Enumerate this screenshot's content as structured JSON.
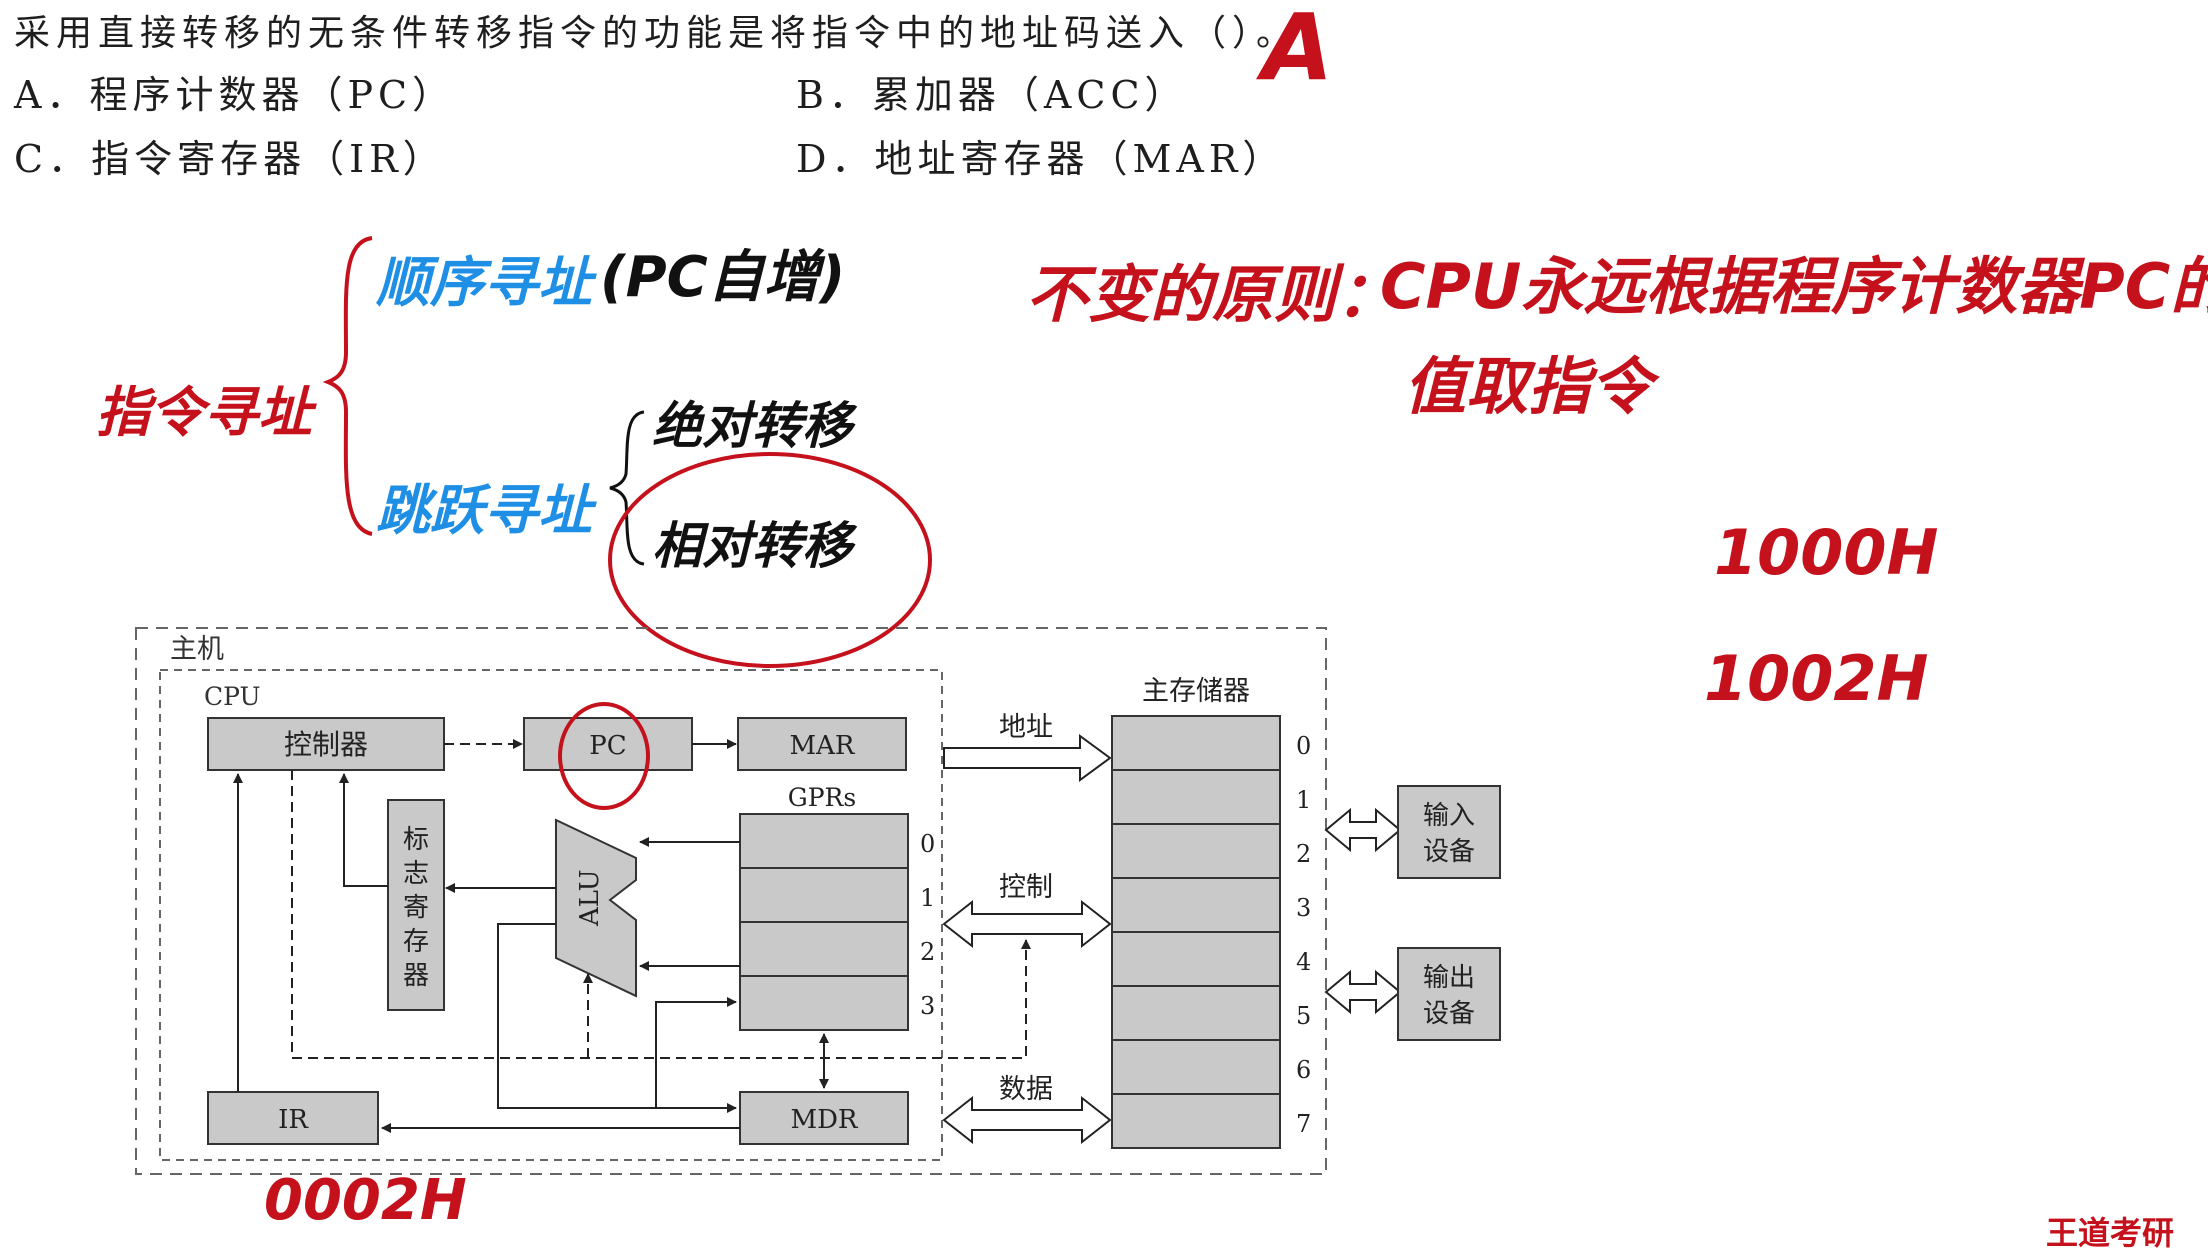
{
  "question": {
    "stem": "采用直接转移的无条件转移指令的功能是将指令中的地址码送入（",
    "stem_close": "）。",
    "answer_mark": "A",
    "options": {
      "a": "A．程序计数器（PC）",
      "b": "B．累加器（ACC）",
      "c": "C．指令寄存器（IR）",
      "d": "D．地址寄存器（MAR）"
    }
  },
  "notes": {
    "root": "指令寻址",
    "sequential": "顺序寻址",
    "sequential_note": "(PC自增)",
    "jump": "跳跃寻址",
    "absolute": "绝对转移",
    "relative": "相对转移",
    "principle_label": "不变的原则：",
    "principle_line1": "CPU永远根据程序计数器PC的",
    "principle_line2": "值取指令",
    "addr1": "1000H",
    "addr2": "1002H",
    "ir_value": "0002H"
  },
  "diagram": {
    "host": "主机",
    "cpu": "CPU",
    "controller": "控制器",
    "pc": "PC",
    "mar": "MAR",
    "gprs": "GPRs",
    "alu": "ALU",
    "flags_reg": [
      "标",
      "志",
      "寄",
      "存",
      "器"
    ],
    "ir": "IR",
    "mdr": "MDR",
    "memory": "主存储器",
    "bus_address": "地址",
    "bus_control": "控制",
    "bus_data": "数据",
    "gpr_indexes": [
      "0",
      "1",
      "2",
      "3"
    ],
    "mem_indexes": [
      "0",
      "1",
      "2",
      "3",
      "4",
      "5",
      "6",
      "7"
    ],
    "input_device": [
      "输入",
      "设备"
    ],
    "output_device": [
      "输出",
      "设备"
    ]
  },
  "watermark": "王道考研"
}
